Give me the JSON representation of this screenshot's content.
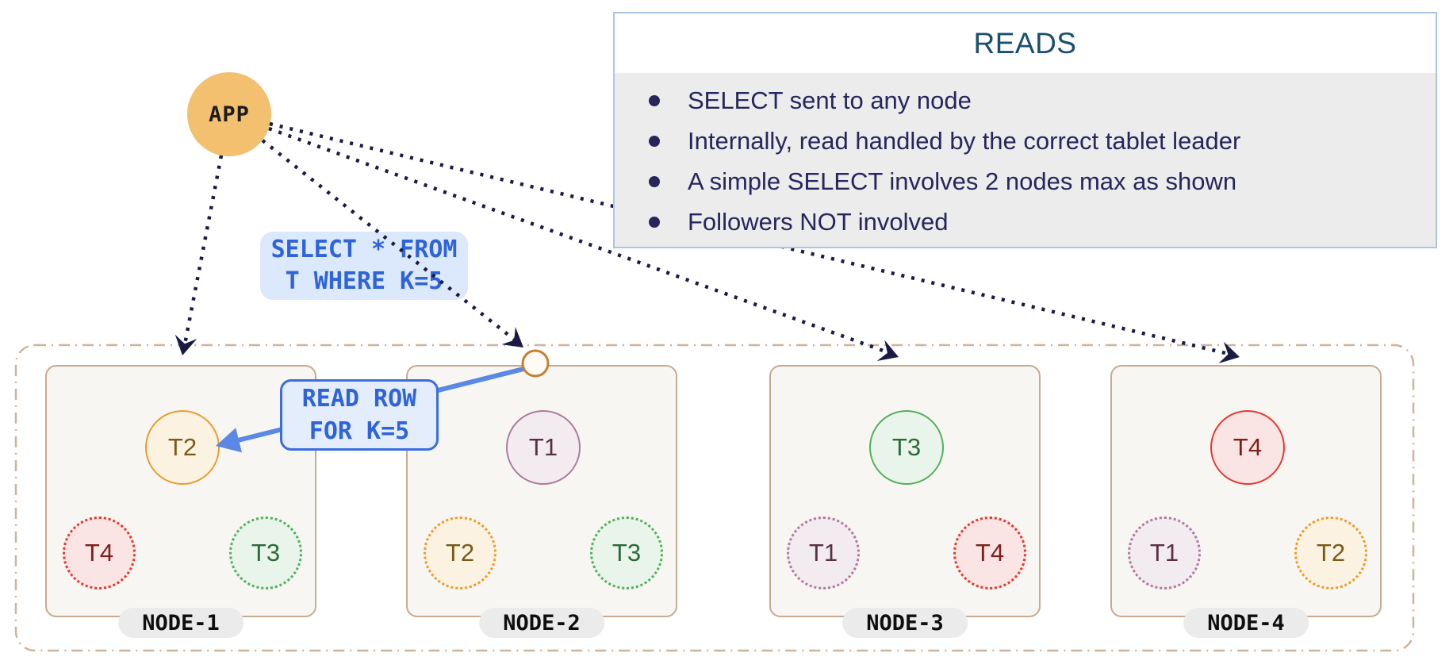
{
  "app": {
    "label": "APP"
  },
  "reads_panel": {
    "title": "READS",
    "bullets": [
      "SELECT sent to any node",
      "Internally, read handled by the correct tablet leader",
      "A simple SELECT involves 2 nodes max as shown",
      "Followers NOT involved"
    ]
  },
  "select_label": {
    "line1": "SELECT * FROM",
    "line2": "T WHERE K=5"
  },
  "read_row_label": {
    "line1": "READ ROW",
    "line2": "FOR K=5"
  },
  "nodes": [
    {
      "label": "NODE-1",
      "leader": {
        "id": "T2",
        "color": "#EA9C2D"
      },
      "followers": [
        {
          "id": "T4",
          "color": "#E23A2E"
        },
        {
          "id": "T3",
          "color": "#53AF5C"
        }
      ]
    },
    {
      "label": "NODE-2",
      "leader": {
        "id": "T1",
        "color": "#B2789D"
      },
      "followers": [
        {
          "id": "T2",
          "color": "#EA9C2D"
        },
        {
          "id": "T3",
          "color": "#53AF5C"
        }
      ]
    },
    {
      "label": "NODE-3",
      "leader": {
        "id": "T3",
        "color": "#53AF5C"
      },
      "followers": [
        {
          "id": "T1",
          "color": "#B2789D"
        },
        {
          "id": "T4",
          "color": "#E23A2E"
        }
      ]
    },
    {
      "label": "NODE-4",
      "leader": {
        "id": "T4",
        "color": "#E23A2E"
      },
      "followers": [
        {
          "id": "T1",
          "color": "#B2789D"
        },
        {
          "id": "T2",
          "color": "#EA9C2D"
        }
      ]
    }
  ],
  "colors": {
    "app_circle": "#F2C06E",
    "dotted_arrow": "#1A1A44",
    "blue_arrow": "#5B87E5",
    "reads_border": "#AAC6E9",
    "reads_title": "#1B4F6E",
    "reads_body_bg": "#ECECEC",
    "reads_text": "#26265C",
    "sql_label_bg": "#DCE8FB",
    "sql_label_text": "#2E63DA",
    "read_row_border": "#3A6EE0",
    "node_border": "#C6AB90",
    "node_bg": "#F8F6F2",
    "node_label_bg": "#EBEBEB",
    "cluster_border": "#CDB49E",
    "tablet_orange": "#EA9C2D",
    "tablet_red": "#E23A2E",
    "tablet_green": "#53AF5C",
    "tablet_purple": "#B2789D"
  }
}
